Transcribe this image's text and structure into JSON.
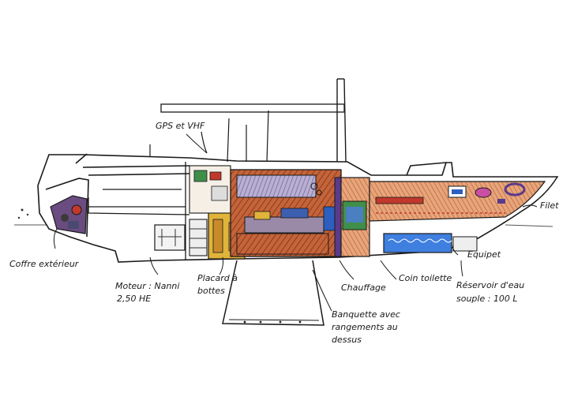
{
  "labels": {
    "gps_vhf": "GPS et VHF",
    "filet": "Filet",
    "coffre": "Coffre extérieur",
    "equipet": "Equipet",
    "moteur_1": "Moteur : Nanni",
    "moteur_2": "2,50 HE",
    "placard_1": "Placard à",
    "placard_2": "bottes",
    "chauffage": "Chauffage",
    "coin_toilette": "Coin toilette",
    "reservoir_1": "Réservoir d'eau",
    "reservoir_2": "souple : 100 L",
    "banquette_1": "Banquette avec",
    "banquette_2": "rangements au",
    "banquette_3": "dessus"
  },
  "colors": {
    "ink": "#1a1a1a",
    "wood": "#b9562f",
    "wood_light": "#d98a5a",
    "purple": "#7a4fa3",
    "blue": "#2c5fc0",
    "water": "#3f7fe0",
    "green": "#3f8f4a",
    "yellow": "#e0b43a",
    "red": "#c0392b"
  }
}
